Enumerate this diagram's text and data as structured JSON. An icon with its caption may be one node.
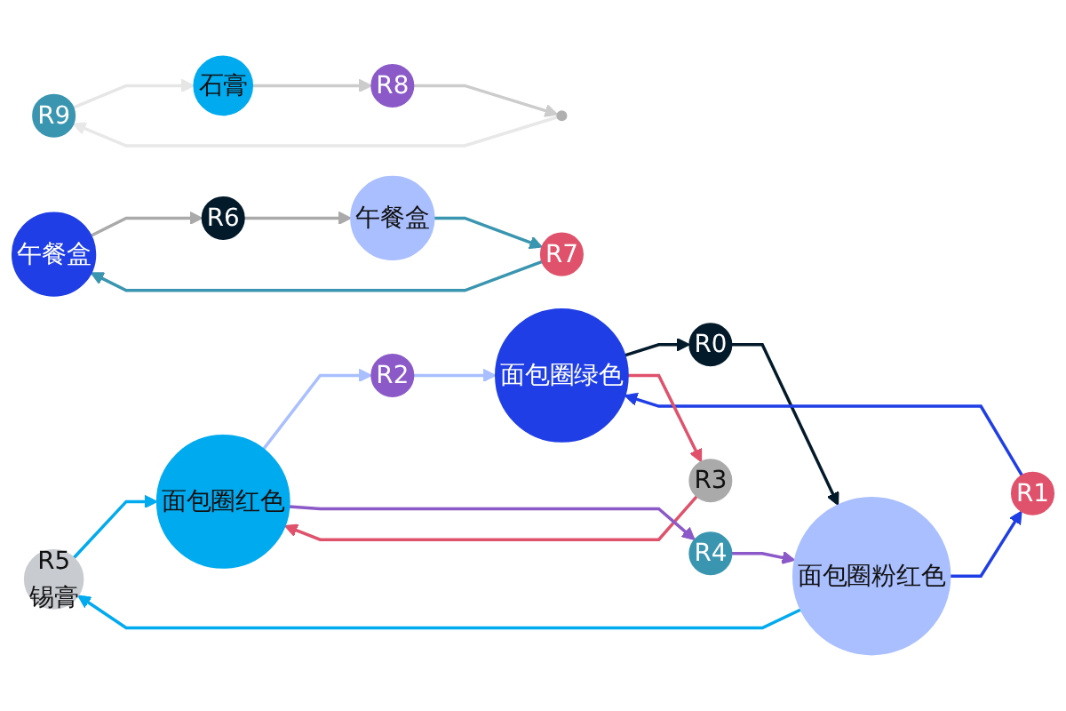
{
  "diagram": {
    "nodes": [
      {
        "text": [
          "R9"
        ]
      },
      {
        "text": [
          "R5",
          "锡膏"
        ]
      },
      {
        "text": [
          "R0"
        ]
      },
      {
        "text": [],
        "shape": "circle"
      },
      {
        "text": [
          "午餐盒"
        ]
      },
      {
        "text": [
          "面包圈红色"
        ]
      },
      {
        "text": [
          "石膏"
        ]
      },
      {
        "text": [
          "面包圈绿色"
        ]
      },
      {
        "text": [
          "R8"
        ]
      },
      {
        "text": [
          "午餐盒"
        ]
      },
      {
        "text": [
          "面包圈粉红色"
        ]
      },
      {
        "text": [
          "R1"
        ]
      },
      {
        "text": [
          "R2"
        ]
      },
      {
        "text": [
          "R6"
        ]
      },
      {
        "text": [
          "R7"
        ]
      },
      {
        "text": [
          "R3"
        ]
      },
      {
        "text": [
          "R4"
        ]
      }
    ],
    "edges": [
      {
        "from": 3,
        "to": 0,
        "arrow": "to",
        "color": "#e8e8e8"
      },
      {
        "from": 0,
        "to": 6,
        "arrow": "to",
        "color": "#e6e6e6"
      },
      {
        "from": 10,
        "to": 1,
        "arrow": "to",
        "color": "#00aaee"
      },
      {
        "from": 1,
        "to": 5,
        "arrow": "to",
        "color": "#00aaee"
      },
      {
        "from": 7,
        "to": 2,
        "arrow": "to",
        "color": "#031a2b"
      },
      {
        "from": 2,
        "to": 10,
        "arrow": "to",
        "color": "#031a2b"
      },
      {
        "from": 6,
        "to": 8,
        "arrow": "to",
        "color": "#cccccc"
      },
      {
        "from": 8,
        "to": 3,
        "arrow": "to",
        "color": "#cccccc"
      },
      {
        "from": 4,
        "to": 13,
        "arrow": "to",
        "color": "#aaaaaa"
      },
      {
        "from": 13,
        "to": 9,
        "arrow": "to",
        "color": "#aaaaaa"
      },
      {
        "from": 10,
        "to": 11,
        "arrow": "to",
        "color": "#1f3ee6"
      },
      {
        "from": 11,
        "to": 7,
        "arrow": "to",
        "color": "#1f3ee6"
      },
      {
        "from": 5,
        "to": 12,
        "arrow": "to",
        "color": "#aabfff"
      },
      {
        "from": 12,
        "to": 7,
        "arrow": "to",
        "color": "#aabfff"
      },
      {
        "from": 9,
        "to": 14,
        "arrow": "to",
        "color": "#3a95b0"
      },
      {
        "from": 14,
        "to": 4,
        "arrow": "to",
        "color": "#3a95b0"
      },
      {
        "from": 7,
        "to": 15,
        "arrow": "to",
        "color": "#e0526b"
      },
      {
        "from": 15,
        "to": 5,
        "arrow": "to",
        "color": "#e0526b"
      },
      {
        "from": 5,
        "to": 16,
        "arrow": "to",
        "color": "#8b5ac8"
      },
      {
        "from": 16,
        "to": 10,
        "arrow": "to",
        "color": "#8b5ac8"
      }
    ]
  }
}
